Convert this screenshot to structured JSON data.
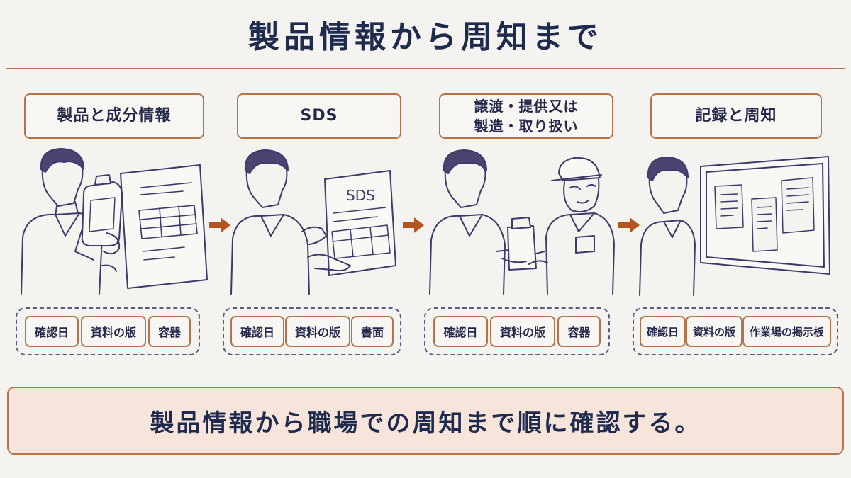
{
  "title": "製品情報から周知まで",
  "steps": [
    {
      "label_lines": [
        "製品と成分情報"
      ],
      "tags": [
        "確認日",
        "資料の版",
        "容器"
      ]
    },
    {
      "label_lines": [
        "SDS"
      ],
      "sheet_text": "SDS",
      "tags": [
        "確認日",
        "資料の版",
        "書面"
      ]
    },
    {
      "label_lines": [
        "譲渡・提供又は",
        "製造・取り扱い"
      ],
      "tags": [
        "確認日",
        "資料の版",
        "容器"
      ]
    },
    {
      "label_lines": [
        "記録と周知"
      ],
      "tags": [
        "確認日",
        "資料の版",
        "作業場の掲示板"
      ]
    }
  ],
  "summary": "製品情報から職場での周知まで順に確認する。",
  "colors": {
    "accent": "#b5734a",
    "ink": "#2b2f55",
    "arrow": "#b5541e",
    "summary_bg": "#f7e5db"
  },
  "icons": [
    "person-examining-bottle",
    "person-holding-sds-sheet",
    "bottle-handover",
    "notice-board"
  ]
}
